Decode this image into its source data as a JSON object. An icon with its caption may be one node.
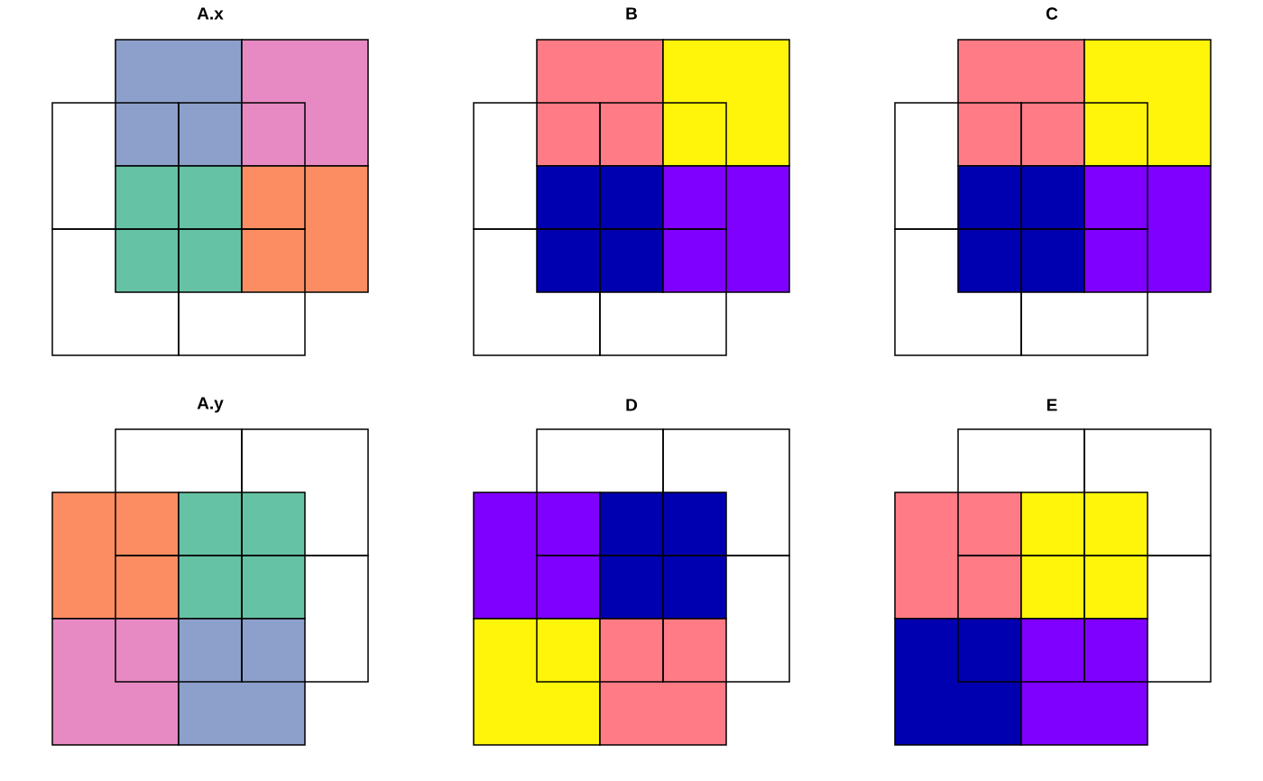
{
  "diagram": {
    "labels": [
      "A.x",
      "B",
      "C",
      "A.y",
      "D",
      "E"
    ]
  }
}
